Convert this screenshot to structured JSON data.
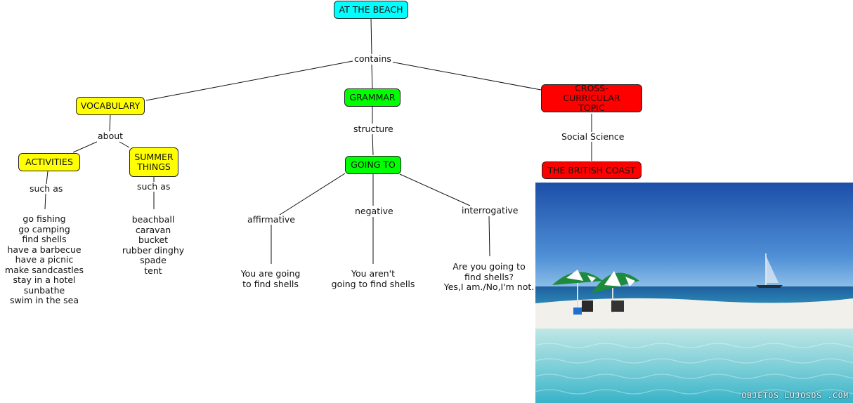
{
  "root": {
    "label": "AT THE BEACH",
    "color": "#00ffff"
  },
  "links": {
    "contains": "contains",
    "about": "about",
    "structure": "structure",
    "social_science": "Social Science",
    "such_as_1": "such as",
    "such_as_2": "such as",
    "affirmative": "affirmative",
    "negative": "negative",
    "interrogative": "interrogative"
  },
  "nodes": {
    "vocabulary": {
      "label": "VOCABULARY",
      "color": "#ffff00"
    },
    "grammar": {
      "label": "GRAMMAR",
      "color": "#00ff00"
    },
    "cross": {
      "label": "CROSS-CURRICULAR TOPIC",
      "color": "#ff0000"
    },
    "activities": {
      "label": "ACTIVITIES",
      "color": "#ffff00"
    },
    "summer": {
      "label": "SUMMER THINGS",
      "color": "#ffff00"
    },
    "going_to": {
      "label": "GOING TO",
      "color": "#00ff00"
    },
    "british_coast": {
      "label": "THE BRITISH COAST",
      "color": "#ff0000"
    }
  },
  "activities_list": [
    "go fishing",
    "go camping",
    "find shells",
    "have a barbecue",
    "have a picnic",
    "make sandcastles",
    "stay in a hotel",
    "sunbathe",
    "swim in the sea"
  ],
  "summer_list": [
    "beachball",
    "caravan",
    "bucket",
    "rubber dinghy",
    "spade",
    "tent"
  ],
  "examples": {
    "affirmative": [
      "You are going",
      "to find shells"
    ],
    "negative": [
      "You aren't",
      "going to find shells"
    ],
    "interrogative": [
      "Are you going to",
      "find shells?",
      "Yes,I am./No,I'm not."
    ]
  },
  "photo": {
    "watermark": "OBJETOS LUJOSOS .COM"
  }
}
